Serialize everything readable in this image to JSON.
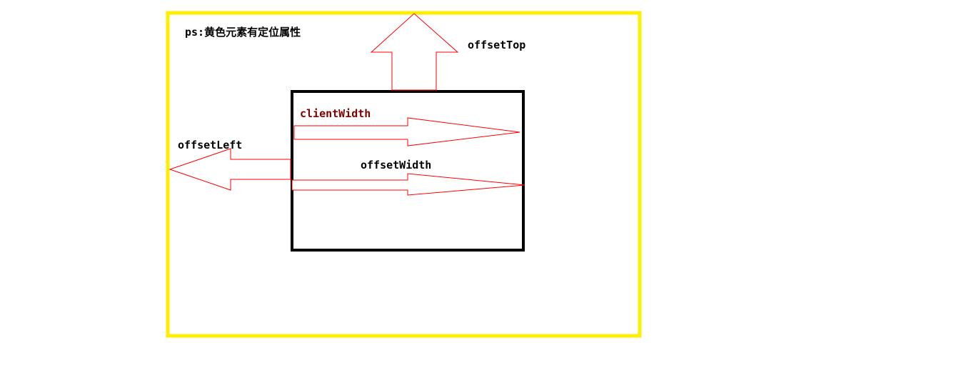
{
  "note": "ps:黄色元素有定位属性",
  "labels": {
    "offset_top": "offsetTop",
    "offset_left": "offsetLeft",
    "offset_width": "offsetWidth",
    "client_width": "clientWidth"
  },
  "colors": {
    "outer_border": "#ffee00",
    "inner_border": "#000000",
    "arrow_stroke": "#ff0000",
    "client_width_text": "#800000",
    "text": "#000000",
    "background": "#ffffff"
  }
}
